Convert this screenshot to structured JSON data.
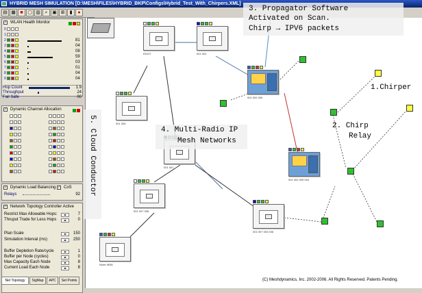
{
  "window": {
    "title": "HYBRID MESH SIMULATION [D:\\MESH\\FILES\\HYBRID_BKP\\Configs\\Hybrid_Test_With_Chirpers.XML]"
  },
  "health": {
    "title": "WLAN Health Monitor",
    "rows": [
      {
        "id": "0",
        "value": "",
        "bar": 0
      },
      {
        "id": "1",
        "value": "",
        "bar": 0
      },
      {
        "id": "2",
        "value": "81",
        "bar": 0.81
      },
      {
        "id": "3",
        "value": "04",
        "bar": 0.04
      },
      {
        "id": "4",
        "value": "08",
        "bar": 0.08
      },
      {
        "id": "5",
        "value": "59",
        "bar": 0.59
      },
      {
        "id": "6",
        "value": "03",
        "bar": 0.03
      },
      {
        "id": "7",
        "value": "01",
        "bar": 0.01
      },
      {
        "id": "8",
        "value": "04",
        "bar": 0.04
      },
      {
        "id": "9",
        "value": "04",
        "bar": 0.04
      }
    ],
    "hop_count_label": "Hop Count",
    "hop_count": "1.9",
    "throughput_label": "Throughput",
    "throughput": "24",
    "failsafe_label": "Fail Safe",
    "failsafe": "00"
  },
  "dca": {
    "title": "Dynamic Channel Allocation"
  },
  "dlb": {
    "title": "Dynamic Load Balancing",
    "cos_label": "CoS",
    "relays_label": "Relays",
    "relays": "92"
  },
  "ntc": {
    "title": "Network Topology Controller Active",
    "restrict_label": "Restrict Max Allowable Hops:",
    "restrict": "7",
    "thruput_label": "Thruput Trade for Less Hops",
    "thruput": "0",
    "plan_scale_label": "Plan Scale",
    "plan_scale": "150",
    "sim_interval_label": "Simulation Interval (ms)",
    "sim_interval": "250",
    "buffer_depletion_label": "Buffer Depletion Rate/cycle",
    "buffer_depletion": "1",
    "buffer_per_node_label": "Buffer per Node (cycles)",
    "buffer_per_node": "0",
    "max_capacity_label": "Max Capacity Each Node",
    "max_capacity": "8",
    "current_load_label": "Current Load Each Node",
    "current_load": "8"
  },
  "tabs": [
    "Net Topology",
    "SigMap",
    "APC",
    "Set Points"
  ],
  "nodes": [
    {
      "id": "n-root",
      "label": "ROOT"
    },
    {
      "id": "n-001-002",
      "label": "001 002"
    },
    {
      "id": "n-001-002-009",
      "label": "001 002 009"
    },
    {
      "id": "n-001-005",
      "label": "001 005"
    },
    {
      "id": "n-001-007",
      "label": "001 007"
    },
    {
      "id": "n-001-002-009-004",
      "label": "001 002 009 004"
    },
    {
      "id": "n-001-007-008",
      "label": "001 007 008"
    },
    {
      "id": "n-001-007-003-006",
      "label": "001 007 003 006"
    },
    {
      "id": "n-node-9636",
      "label": "Node 9636"
    }
  ],
  "annotations": {
    "a3_line1": "3. Propagator Software",
    "a3_line2": "Activated on Scan.",
    "a3_line3": "Chirp → IPV6 packets",
    "a1": "1.Chirper",
    "a2_line1": "2. Chirp",
    "a2_line2": "Relay",
    "a4_line1": "4. Multi-Radio IP",
    "a4_line2": "Mesh Networks",
    "a5": "5. Cloud Conductor"
  },
  "copyright": "(C) Meshdynamics, Inc. 2002-2006. All Rights Reserved. Patents Pending."
}
